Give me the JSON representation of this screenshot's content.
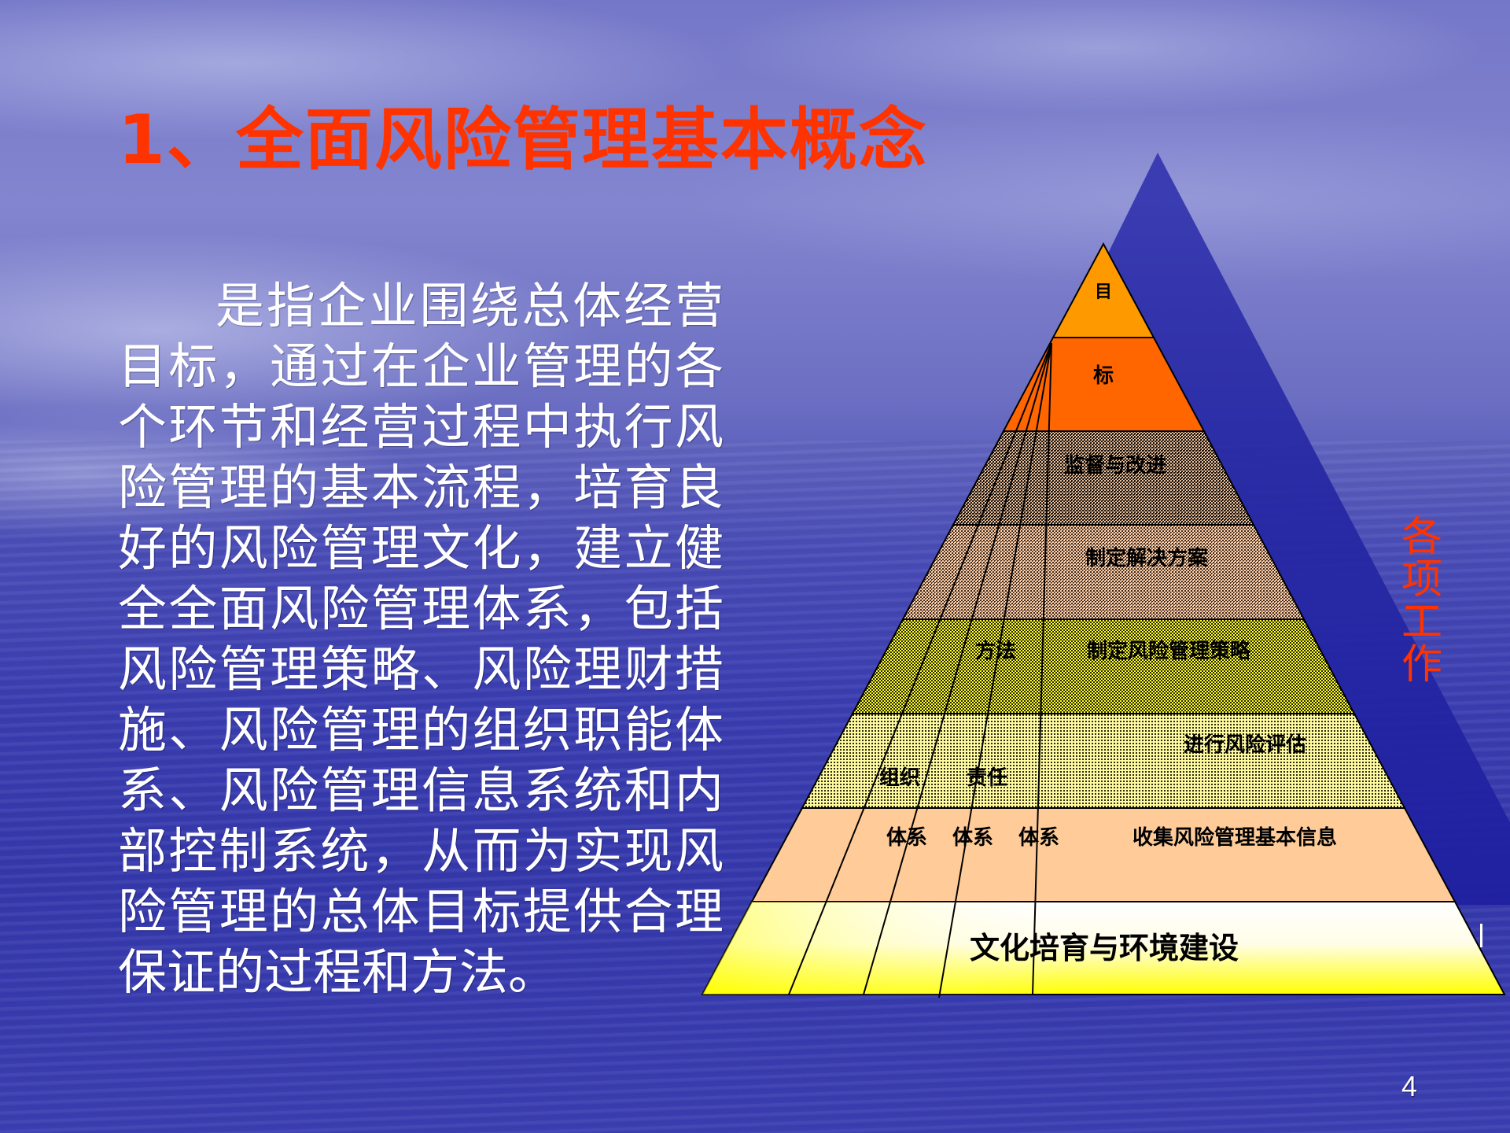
{
  "slide": {
    "title": "1、全面风险管理基本概念",
    "body": "是指企业围绕总体经营目标，通过在企业管理的各个环节和经营过程中执行风险管理的基本流程，培育良好的风险管理文化，建立健全全面风险管理体系，包括风险管理策略、风险理财措施、风险管理的组织职能体系、风险管理信息系统和内部控制系统，从而为实现风险管理的总体目标提供合理保证的过程和方法。",
    "page_number": "4",
    "colors": {
      "title": "#FF3300",
      "body_text": "#FFFFFF",
      "back_pyramid": "#2a2ca6"
    }
  },
  "pyramid": {
    "side_label": [
      "各",
      "项",
      "工",
      "作"
    ],
    "layers": [
      {
        "label": "目",
        "fill": "#FF9900",
        "pattern": "solid"
      },
      {
        "label": "标",
        "fill": "#FF6600",
        "pattern": "solid"
      },
      {
        "label": "监督与改进",
        "fill": "#8a7a6a",
        "pattern": "checker-dark"
      },
      {
        "label": "制定解决方案",
        "fill": "#d9b39a",
        "pattern": "checker-peach"
      },
      {
        "label": "制定风险管理策略",
        "fill": "#a6a628",
        "pattern": "checker-olive"
      },
      {
        "label": "进行风险评估",
        "fill": "#f0ec98",
        "pattern": "dots-yellow"
      },
      {
        "label": "收集风险管理基本信息",
        "fill": "#FFCC99",
        "pattern": "solid"
      },
      {
        "label": "文化培育与环境建设",
        "fill": "gradient-yellow-white",
        "pattern": "gradient"
      }
    ],
    "fan_labels": {
      "method": "方法",
      "organization": "组织",
      "responsibility": "责任",
      "system_1": "体系",
      "system_2": "体系",
      "system_3": "体系"
    }
  }
}
